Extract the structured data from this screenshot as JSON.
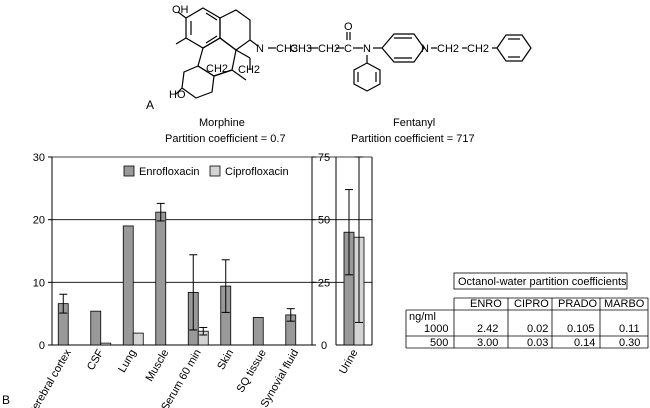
{
  "panel_a": {
    "letter": "A",
    "morphine": {
      "name": "Morphine",
      "partition": "Partition coefficient = 0.7",
      "atoms": {
        "oh_top": "OH",
        "oh_bottom": "HO",
        "n": "N",
        "ch3": "CH3",
        "ch2_a": "CH2",
        "ch2_b": "CH2"
      }
    },
    "fentanyl": {
      "name": "Fentanyl",
      "partition": "Partition coefficient = 717",
      "atoms": {
        "ch3": "CH3",
        "ch2": "CH2",
        "c": "C",
        "o": "O",
        "n1": "N",
        "n2": "N",
        "chain": "CH2",
        "chain2": "CH2"
      }
    }
  },
  "panel_b": {
    "letter": "B",
    "chart_data": {
      "type": "bar",
      "legend": [
        {
          "name": "Enrofloxacin",
          "color": "#999999"
        },
        {
          "name": "Ciprofloxacin",
          "color": "#d4d4d4"
        }
      ],
      "left_axis": {
        "ylim": [
          0,
          30
        ],
        "ticks": [
          "0",
          "10",
          "20",
          "30"
        ]
      },
      "right_axis": {
        "ylim": [
          0,
          75
        ],
        "ticks": [
          "0",
          "25",
          "50",
          "75"
        ]
      },
      "categories": [
        "Cerebral cortex",
        "CSF",
        "Lung",
        "Muscle",
        "Serum 60 min",
        "Skin",
        "SQ tissue",
        "Synovial fluid"
      ],
      "series": [
        {
          "name": "Enrofloxacin",
          "values": [
            6.6,
            5.4,
            19.0,
            21.2,
            8.4,
            9.4,
            4.4,
            4.8
          ],
          "err": [
            1.5,
            null,
            null,
            1.4,
            6.0,
            4.2,
            null,
            1.0
          ]
        },
        {
          "name": "Ciprofloxacin",
          "values": [
            null,
            0.3,
            1.9,
            null,
            2.2,
            null,
            null,
            null
          ],
          "err": [
            null,
            null,
            null,
            null,
            0.6,
            null,
            null,
            null
          ]
        }
      ],
      "urine": {
        "category": "Urine",
        "values": [
          45,
          43
        ],
        "err": [
          17,
          34
        ]
      }
    }
  },
  "table": {
    "title": "Octanol-water partition coefficients",
    "headers": [
      "ENRO",
      "CIPRO",
      "PRADO",
      "MARBO"
    ],
    "unit": "ng/ml",
    "rows": [
      {
        "label": "1000",
        "values": [
          "2.42",
          "0.02",
          "0.105",
          "0.11"
        ]
      },
      {
        "label": "500",
        "values": [
          "3.00",
          "0.03",
          "0.14",
          "0.30"
        ]
      }
    ]
  }
}
